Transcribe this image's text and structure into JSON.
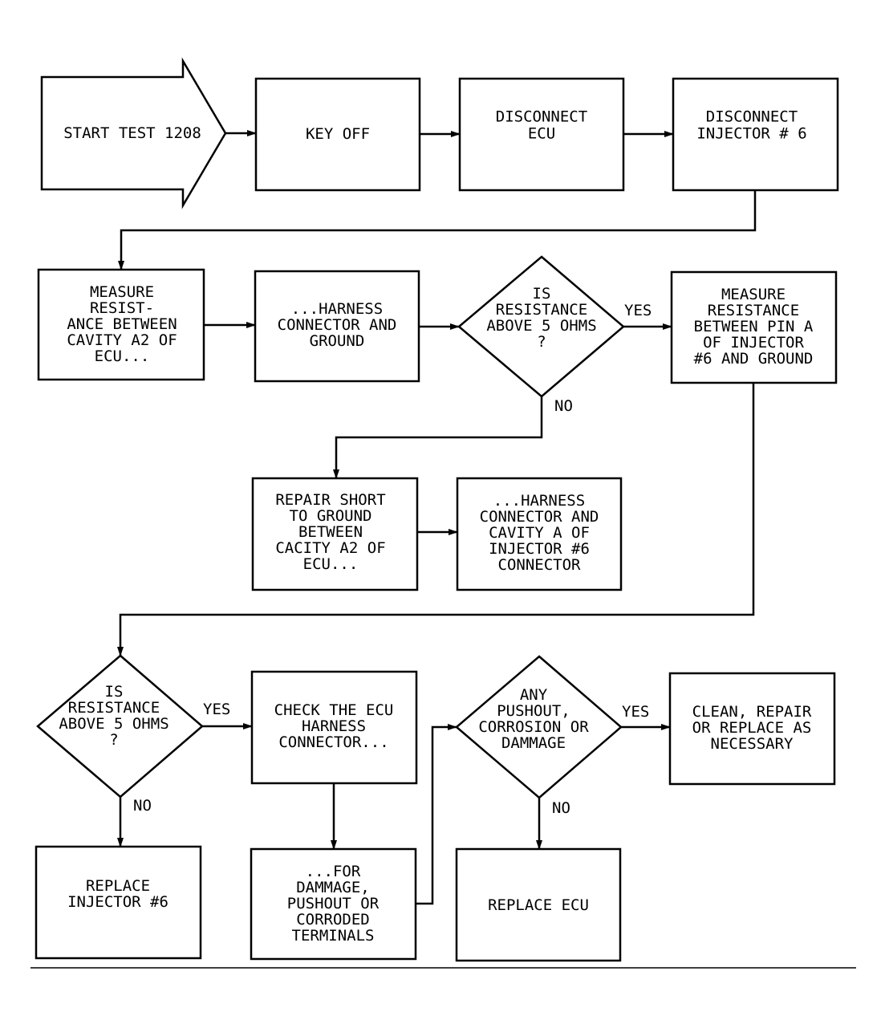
{
  "nodes": {
    "start": {
      "lines": [
        "START TEST 1208"
      ]
    },
    "key_off": {
      "lines": [
        "KEY OFF"
      ]
    },
    "disc_ecu": {
      "lines": [
        "DISCONNECT",
        "ECU"
      ]
    },
    "disc_inj": {
      "lines": [
        "DISCONNECT",
        "INJECTOR # 6"
      ]
    },
    "measure1": {
      "lines": [
        "MEASURE",
        "RESIST-",
        "ANCE BETWEEN",
        "CAVITY A2 OF",
        "ECU..."
      ]
    },
    "harness1": {
      "lines": [
        "...HARNESS",
        "CONNECTOR AND",
        "GROUND"
      ]
    },
    "decision1": {
      "lines": [
        "IS",
        "RESISTANCE",
        "ABOVE 5 OHMS",
        "?"
      ]
    },
    "measure2": {
      "lines": [
        "MEASURE",
        "RESISTANCE",
        "BETWEEN PIN A",
        "OF INJECTOR",
        "#6 AND GROUND"
      ]
    },
    "repair_short": {
      "lines": [
        "REPAIR SHORT",
        "TO GROUND",
        "BETWEEN",
        "CACITY A2 OF",
        "ECU..."
      ]
    },
    "harness2": {
      "lines": [
        "...HARNESS",
        "CONNECTOR AND",
        "CAVITY A OF",
        "INJECTOR #6",
        "CONNECTOR"
      ]
    },
    "decision2": {
      "lines": [
        "IS",
        "RESISTANCE",
        "ABOVE 5 OHMS",
        "?"
      ]
    },
    "check_ecu": {
      "lines": [
        "CHECK THE ECU",
        "HARNESS",
        "CONNECTOR..."
      ]
    },
    "decision3": {
      "lines": [
        "ANY",
        "PUSHOUT,",
        "CORROSION OR",
        "DAMMAGE"
      ]
    },
    "clean": {
      "lines": [
        "CLEAN, REPAIR",
        "OR REPLACE AS",
        "NECESSARY"
      ]
    },
    "replace_inj": {
      "lines": [
        "REPLACE",
        "INJECTOR #6"
      ]
    },
    "for_dammage": {
      "lines": [
        "...FOR",
        "DAMMAGE,",
        "PUSHOUT OR",
        "CORRODED",
        "TERMINALS"
      ]
    },
    "replace_ecu": {
      "lines": [
        "REPLACE ECU"
      ]
    }
  },
  "edge_labels": {
    "d1_yes": "YES",
    "d1_no": "NO",
    "d2_yes": "YES",
    "d2_no": "NO",
    "d3_yes": "YES",
    "d3_no": "NO"
  },
  "colors": {
    "stroke": "#000000",
    "background": "#ffffff"
  }
}
